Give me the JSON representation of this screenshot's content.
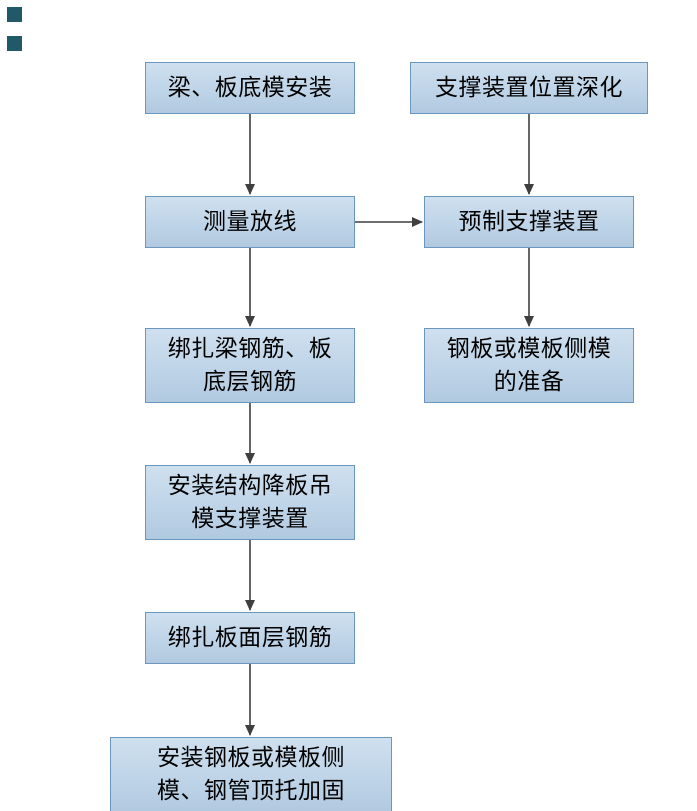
{
  "flowchart": {
    "title": "",
    "nodes": [
      {
        "id": "n1",
        "label": "梁、板底模安装"
      },
      {
        "id": "n2",
        "label": "支撑装置位置深化"
      },
      {
        "id": "n3",
        "label": "测量放线"
      },
      {
        "id": "n4",
        "label": "预制支撑装置"
      },
      {
        "id": "n5",
        "label": "绑扎梁钢筋、板\n底层钢筋"
      },
      {
        "id": "n6",
        "label": "钢板或模板侧模\n的准备"
      },
      {
        "id": "n7",
        "label": "安装结构降板吊\n模支撑装置"
      },
      {
        "id": "n8",
        "label": "绑扎板面层钢筋"
      },
      {
        "id": "n9",
        "label": "安装钢板或模板侧\n模、钢管顶托加固"
      }
    ],
    "edges": [
      {
        "from": "n1",
        "to": "n3",
        "direction": "down"
      },
      {
        "from": "n2",
        "to": "n4",
        "direction": "down"
      },
      {
        "from": "n3",
        "to": "n4",
        "direction": "right"
      },
      {
        "from": "n3",
        "to": "n5",
        "direction": "down"
      },
      {
        "from": "n4",
        "to": "n6",
        "direction": "down"
      },
      {
        "from": "n5",
        "to": "n7",
        "direction": "down"
      },
      {
        "from": "n7",
        "to": "n8",
        "direction": "down"
      },
      {
        "from": "n8",
        "to": "n9",
        "direction": "down"
      }
    ],
    "colors": {
      "node_fill": "#bdd3e7",
      "node_border": "#6b96bf",
      "arrow": "#3f3f3f",
      "text": "#000000",
      "marker": "#215968"
    }
  }
}
